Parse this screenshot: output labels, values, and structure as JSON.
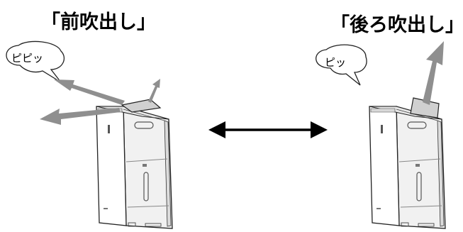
{
  "left_panel": {
    "title": "「前吹出し」",
    "sound": "ピピッ"
  },
  "right_panel": {
    "title": "「後ろ吹出し」",
    "sound": "ピッ"
  },
  "colors": {
    "airflow_arrow": "#8f8f8f",
    "outline": "#222222",
    "body_fill": "#ffffff",
    "side_shade": "#eeeeee"
  },
  "icons": {
    "toggle": "double-headed-arrow-icon",
    "appliance": "humidifier-air-purifier-icon"
  }
}
